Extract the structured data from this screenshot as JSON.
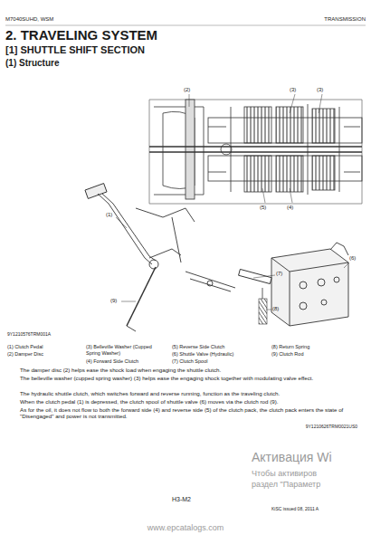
{
  "diagram": {
    "title": "2. TRAVELING SYSTEM",
    "labels": [
      "M7040SUHD, WSM",
      "TRANSMISSION",
      "[1] SHUTTLE SHIFT SECTION",
      "(1) Structure",
      "(2)",
      "(3)",
      "(3)",
      "(5)",
      "(4)",
      "(1)",
      "(7)",
      "(6)",
      "(8)",
      "(9)",
      "9Y1210576TRM001A",
      "(1) Clutch Pedal",
      "(2) Damper Disc",
      "(3) Belleville Washer (Cupped Spring Washer)",
      "(4) Forward Side Clutch",
      "(5) Reverse Side Clutch",
      "(6) Shuttle Valve (Hydraulic)",
      "(7) Clutch Spool",
      "(8) Return Spring",
      "(9) Clutch Rod",
      "The damper disc (2) helps ease the shock load when engaging the shuttle clutch.",
      "The belleville washer (cupped spring washer) (3) helps ease the engaging shock together with modulating valve effect.",
      "The hydraulic shuttle clutch, which switches forward and reverse running, function as the traveling clutch.",
      "When the clutch pedal (1) is depressed, the clutch spool of shuttle valve (6) moves via the clutch rod (9).",
      "As for the oil, it does not flow to both the forward side (4) and reverse side (5) of the clutch pack, the clutch pack enters the state of \"Disengaged\" and power is not transmitted.",
      "9Y1210626TRM0021US0",
      "Активация Wi",
      "Чтобы активиров",
      "раздел \"Параметр",
      "H3-M2",
      "KiSC issued 08, 2011 A",
      "www.epcatalogs.com"
    ]
  }
}
